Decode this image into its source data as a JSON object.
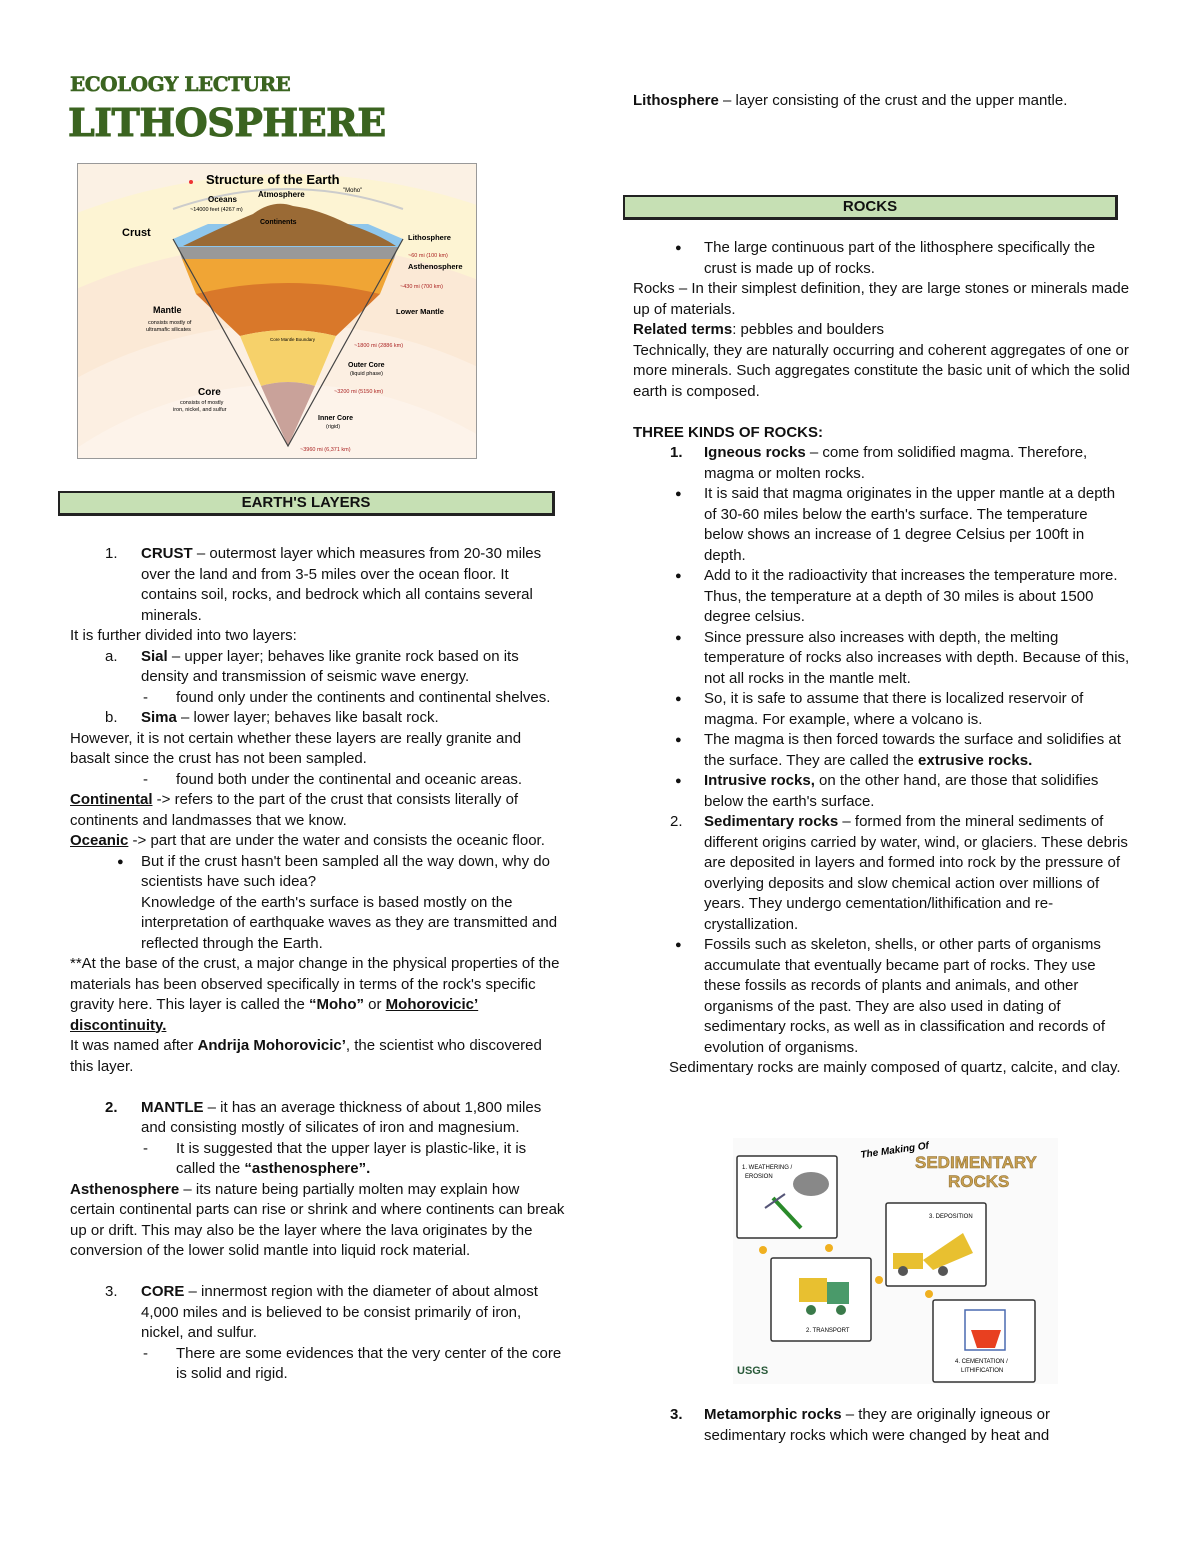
{
  "header": {
    "course": "ECOLOGY LECTURE",
    "title": "LITHOSPHERE"
  },
  "earth_figure": {
    "title": "Structure of the Earth",
    "labels": {
      "oceans": "Oceans",
      "oceans_depth": "~14000 feet (4267 m)",
      "atmosphere": "Atmosphere",
      "moho": "\"Moho\"",
      "continents": "Continents",
      "crust": "Crust",
      "mantle": "Mantle",
      "core": "Core",
      "lithosphere": "Lithosphere",
      "asthenosphere": "Asthenosphere",
      "lower_mantle": "Lower Mantle",
      "outer_core": "Outer Core",
      "outer_core_sub": "(liquid phase)",
      "inner_core": "Inner Core",
      "inner_core_sub": "(rigid)",
      "core_sub1": "consists of mostly",
      "core_sub2": "iron, nickel, and sulfur",
      "mantle_sub1": "consists mostly of",
      "mantle_sub2": "ultramafic silicates",
      "cmb": "Core Mantle Boundary",
      "d1": "~60 mi (100 km)",
      "d2": "~430 mi (700 km)",
      "d3": "~1800 mi (2886 km)",
      "d4": "~3200 mi (5150 km)",
      "d5": "~3960 mi (6,371 km)"
    },
    "colors": {
      "continent": "#9a6a35",
      "upper_mantle": "#f0a535",
      "lower_mantle": "#d9782a",
      "outer_core": "#f6d16a",
      "inner_core": "#c9a29a",
      "ocean": "#8ec6ec"
    }
  },
  "left": {
    "section_title": "EARTH'S LAYERS",
    "blocks": [
      {
        "k": "num",
        "m": "1.",
        "r": [
          [
            "CRUST",
            "b"
          ],
          [
            " – outermost layer which measures from 20-30 miles over the land and from 3-5 miles over the ocean floor. It contains soil, rocks, and bedrock which all contains several minerals.",
            ""
          ]
        ]
      },
      {
        "k": "p",
        "r": [
          [
            "It is further divided into two layers:",
            ""
          ]
        ]
      },
      {
        "k": "num",
        "m": "a.",
        "r": [
          [
            "Sial",
            "b"
          ],
          [
            " – upper layer; behaves like granite rock based on its density and transmission of seismic wave energy.",
            ""
          ]
        ]
      },
      {
        "k": "dash",
        "m": "-",
        "r": [
          [
            "found only under the continents and continental shelves.",
            ""
          ]
        ]
      },
      {
        "k": "num",
        "m": "b.",
        "r": [
          [
            "Sima",
            "b"
          ],
          [
            " – lower layer; behaves like basalt rock.",
            ""
          ]
        ]
      },
      {
        "k": "p",
        "r": [
          [
            "However, it is not certain whether these layers are really granite and basalt since the crust has not been sampled.",
            ""
          ]
        ]
      },
      {
        "k": "dash",
        "m": "-",
        "r": [
          [
            "found both under the continental and oceanic areas.",
            ""
          ]
        ]
      },
      {
        "k": "p",
        "r": [
          [
            "Continental",
            "bu"
          ],
          [
            " -> refers to the part of the crust that consists literally of continents and landmasses that we know.",
            ""
          ]
        ]
      },
      {
        "k": "p",
        "r": [
          [
            "Oceanic",
            "bu"
          ],
          [
            " -> part that are under the water and consists the oceanic floor.",
            ""
          ]
        ]
      },
      {
        "k": "bullet",
        "m": "●",
        "r": [
          [
            "But if the crust hasn't been sampled all the way down, why do scientists have such idea?",
            ""
          ]
        ]
      },
      {
        "k": "cont",
        "r": [
          [
            "Knowledge of the earth's surface is based mostly on the interpretation of earthquake waves as they are transmitted and reflected through the Earth.",
            ""
          ]
        ]
      },
      {
        "k": "p",
        "r": [
          [
            "**At the base of the crust, a major change in the physical properties of the materials has been observed specifically in terms of the rock's specific gravity here. This layer is called the ",
            ""
          ],
          [
            "“Moho”",
            "b"
          ],
          [
            " or ",
            ""
          ],
          [
            "Mohorovicic’ discontinuity.",
            "bu"
          ]
        ]
      },
      {
        "k": "p",
        "r": [
          [
            "It was named after ",
            ""
          ],
          [
            "Andrija Mohorovicic’",
            "b"
          ],
          [
            ", the scientist who discovered this layer.",
            ""
          ]
        ]
      },
      {
        "k": "num",
        "m": "2.",
        "mb": true,
        "gap": true,
        "r": [
          [
            "MANTLE",
            "b"
          ],
          [
            " – it has an average thickness of about 1,800 miles and consisting mostly of silicates of iron and magnesium.",
            ""
          ]
        ]
      },
      {
        "k": "dash",
        "m": "-",
        "r": [
          [
            "It is suggested that the upper layer is plastic-like, it is called the ",
            ""
          ],
          [
            "“asthenosphere”.",
            "b"
          ]
        ]
      },
      {
        "k": "p",
        "r": [
          [
            "Asthenosphere",
            "b"
          ],
          [
            " – its nature being partially molten may explain how certain continental parts can rise or shrink and where continents can break up or drift. This may also be the layer where the lava originates by the conversion of the lower solid mantle into liquid rock material.",
            ""
          ]
        ]
      },
      {
        "k": "num",
        "m": "3.",
        "gap": true,
        "r": [
          [
            "CORE",
            "b"
          ],
          [
            " – innermost region with the diameter of about almost 4,000 miles and is believed to be consist primarily of iron, nickel, and sulfur.",
            ""
          ]
        ]
      },
      {
        "k": "dash",
        "m": "-",
        "r": [
          [
            "There are some evidences that the very center of the core is solid and rigid.",
            ""
          ]
        ]
      }
    ]
  },
  "right": {
    "intro": [
      [
        "Lithosphere",
        "b"
      ],
      [
        " – layer consisting of the crust and the upper mantle.",
        ""
      ]
    ],
    "section_title": "ROCKS",
    "blocks": [
      {
        "k": "bullet",
        "m": "●",
        "r": [
          [
            "The large continuous part of the lithosphere specifically the crust is made up of rocks.",
            ""
          ]
        ]
      },
      {
        "k": "p",
        "r": [
          [
            "Rocks – In their simplest definition, they are large stones or minerals made up of materials.",
            ""
          ]
        ]
      },
      {
        "k": "p",
        "r": [
          [
            "Related terms",
            "b"
          ],
          [
            ": pebbles and boulders",
            ""
          ]
        ]
      },
      {
        "k": "p",
        "r": [
          [
            "Technically, they are naturally occurring and coherent aggregates of one or more minerals. Such aggregates constitute the basic unit of which the solid earth is composed.",
            ""
          ]
        ]
      },
      {
        "k": "p",
        "gap": true,
        "r": [
          [
            "THREE KINDS OF ROCKS:",
            "b"
          ]
        ]
      },
      {
        "k": "num",
        "m": "1.",
        "mb": true,
        "r": [
          [
            "Igneous rocks",
            "b"
          ],
          [
            " – come from solidified magma. Therefore, magma or molten rocks.",
            ""
          ]
        ]
      },
      {
        "k": "bullet",
        "m": "●",
        "r": [
          [
            "It is said that magma originates in the upper mantle at a depth of 30-60 miles below the earth's surface. The temperature below shows an increase of 1 degree Celsius per 100ft in depth.",
            ""
          ]
        ]
      },
      {
        "k": "bullet",
        "m": "●",
        "r": [
          [
            "Add to it the radioactivity that increases the temperature more. Thus, the temperature at a depth of 30 miles is about 1500 degree celsius.",
            ""
          ]
        ]
      },
      {
        "k": "bullet",
        "m": "●",
        "r": [
          [
            "Since pressure also increases with depth, the melting temperature of rocks also increases with depth. Because of this, not all rocks in the mantle melt.",
            ""
          ]
        ]
      },
      {
        "k": "bullet",
        "m": "●",
        "r": [
          [
            "So, it is safe to assume that there is localized reservoir of magma. For example, where a volcano is.",
            ""
          ]
        ]
      },
      {
        "k": "bullet",
        "m": "●",
        "r": [
          [
            "The magma is then forced towards the surface and solidifies at the surface. They are called the ",
            ""
          ],
          [
            "extrusive rocks.",
            "b"
          ]
        ]
      },
      {
        "k": "bullet",
        "m": "●",
        "r": [
          [
            "Intrusive rocks,",
            "b"
          ],
          [
            " on the other hand, are those that solidifies below the earth's surface.",
            ""
          ]
        ]
      },
      {
        "k": "num",
        "m": "2.",
        "r": [
          [
            "Sedimentary rocks",
            "b"
          ],
          [
            " – formed from the mineral sediments of different origins carried by water, wind, or glaciers. These debris are deposited in layers and formed into rock by the pressure of overlying deposits and slow chemical action over millions of years. They undergo cementation/lithification and re-crystallization.",
            ""
          ]
        ]
      },
      {
        "k": "bullet",
        "m": "●",
        "r": [
          [
            "Fossils such as skeleton, shells, or other parts of organisms accumulate that eventually became part of rocks. They use these fossils as records of plants and animals, and other organisms of the past. They are also used in dating of sedimentary rocks, as well as in classification and records of evolution of organisms.",
            ""
          ]
        ]
      },
      {
        "k": "ind",
        "r": [
          [
            "Sedimentary rocks are mainly composed of quartz, calcite, and clay.",
            ""
          ]
        ]
      }
    ],
    "tail": [
      {
        "k": "num",
        "m": "3.",
        "mb": true,
        "r": [
          [
            "Metamorphic rocks",
            "b"
          ],
          [
            " – they are originally igneous or sedimentary rocks which were changed by heat and",
            ""
          ]
        ]
      }
    ]
  },
  "sedimentary_figure": {
    "title_small": "The Making Of",
    "title_big1": "SEDIMENTARY",
    "title_big2": "ROCKS",
    "step1a": "1. WEATHERING /",
    "step1b": "EROSION",
    "step2": "2. TRANSPORT",
    "step3": "3. DEPOSITION",
    "step4a": "4. CEMENTATION /",
    "step4b": "LITHIFICATION",
    "logo": "USGS"
  }
}
